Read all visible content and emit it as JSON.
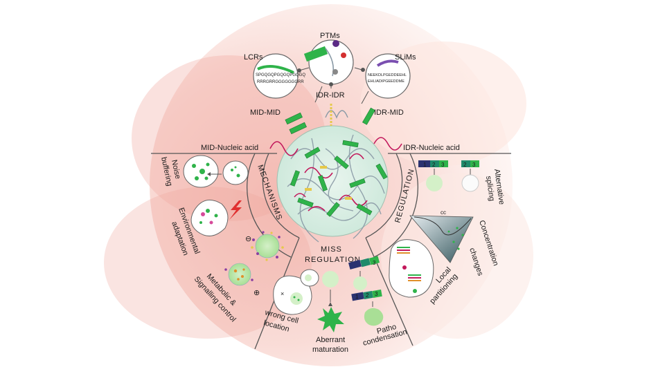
{
  "top_labels": {
    "ptms": "PTMs",
    "lcrs": "LCRs",
    "slims": "SLiMs",
    "idr_idr": "IDR-IDR",
    "mid_mid": "MID-MID",
    "idr_mid": "IDR-MID",
    "mid_nucleic_acid": "MID-Nucleic acid",
    "idr_nucleic_acid": "IDR-Nucleic acid"
  },
  "sequences": {
    "lcr_line1": "SPGQGQPGQGQPGQGQ",
    "lcr_line2": "RRRGRRGGGGGGGRR",
    "slim_line1": "NEEKDLPGEDDEEHL",
    "slim_line2": "EHLIADIPGEEDDME"
  },
  "sectors": {
    "mechanisms": "MECHANISMS",
    "regulation": "REGULATION",
    "miss_regulation_line1": "MISS",
    "miss_regulation_line2": "REGULATION"
  },
  "mechanisms": {
    "noise_line1": "Noise",
    "noise_line2": "buffering",
    "env_line1": "Environmental",
    "env_line2": "adaptation",
    "meta_line1": "Metabolic &",
    "meta_line2": "Signalling control",
    "minus_sign": "⊖",
    "plus_sign": "⊕"
  },
  "regulation": {
    "alt_line1": "Alternative",
    "alt_line2": "splicing",
    "conc_line1": "Concentration",
    "conc_line2": "changes",
    "cc_label": "cc",
    "local_line1": "Local",
    "local_line2": "partitioning",
    "exon1": "1",
    "exon2": "2",
    "exon3": "3"
  },
  "miss_regulation": {
    "wrong_line1": "wrong cell",
    "wrong_line2": "location",
    "aberrant_line1": "Aberrant",
    "aberrant_line2": "maturation",
    "patho_line1": "Patho",
    "patho_line2": "condensation",
    "exon1": "1",
    "exon2": "2",
    "exon3": "3"
  },
  "colors": {
    "wash": "#f4c7c0",
    "condensate_green": "#8fd17e",
    "bright_green": "#2fb34a",
    "rna_magenta": "#c2185b",
    "exon_navy": "#2b3270",
    "exon_teal": "#1f8a6b",
    "lightning_red": "#e03030"
  }
}
